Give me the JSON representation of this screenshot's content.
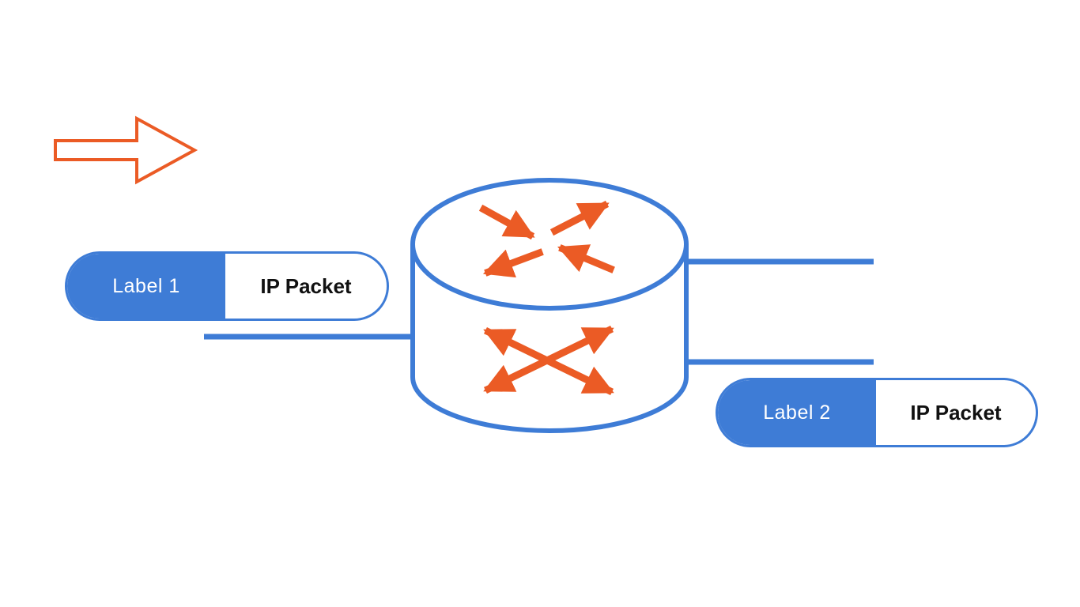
{
  "colors": {
    "blue": "#3E7CD6",
    "orange": "#EB5B25",
    "label_text": "#FFFFFF",
    "payload_text": "#111111",
    "background": "#FFFFFF"
  },
  "packets": {
    "left": {
      "label": "Label 1",
      "payload": "IP Packet"
    },
    "right": {
      "label": "Label 2",
      "payload": "IP Packet"
    }
  },
  "icons": {
    "flow_direction_arrow": "right-block-arrow-outline",
    "router": "cylinder-with-inward-outward-arrows",
    "switching": "crossing-double-headed-arrows"
  }
}
